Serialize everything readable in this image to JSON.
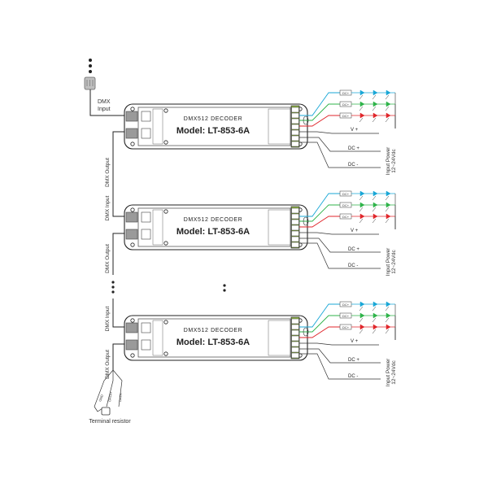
{
  "diagram": {
    "dmx_input_label_line1": "DMX",
    "dmx_input_label_line2": "Input",
    "terminal_resistor_label": "Terminal resistor",
    "resistor_leads": [
      "GND",
      "DATA+",
      "DATA-"
    ],
    "decoders": [
      {
        "title": "DMX512  DECODER",
        "model": "Model: LT-853-6A",
        "side_input_label": "",
        "side_output_label": "DMX Output",
        "vplus_label": "V +",
        "dc_plus_label": "DC +",
        "dc_minus_label": "DC -",
        "input_power_line1": "Input Power",
        "input_power_line2": "12~24Vdc"
      },
      {
        "title": "DMX512  DECODER",
        "model": "Model: LT-853-6A",
        "side_input_label": "DMX Input",
        "side_output_label": "DMX Output",
        "vplus_label": "V +",
        "dc_plus_label": "DC +",
        "dc_minus_label": "DC -",
        "input_power_line1": "Input Power",
        "input_power_line2": "12~24Vdc"
      },
      {
        "title": "DMX512  DECODER",
        "model": "Model: LT-853-6A",
        "side_input_label": "DMX Input",
        "side_output_label": "DMX Output",
        "vplus_label": "V +",
        "dc_plus_label": "DC +",
        "dc_minus_label": "DC -",
        "input_power_line1": "Input Power",
        "input_power_line2": "12~24Vdc"
      }
    ],
    "led_channels": [
      {
        "label": "DC+",
        "color": "#1aa7d6"
      },
      {
        "label": "DC+",
        "color": "#2fb34a"
      },
      {
        "label": "DC+",
        "color": "#e0262b"
      }
    ],
    "colors": {
      "terminal_green": "#9cc54a",
      "rj45_gray": "#9a9a9a"
    }
  }
}
